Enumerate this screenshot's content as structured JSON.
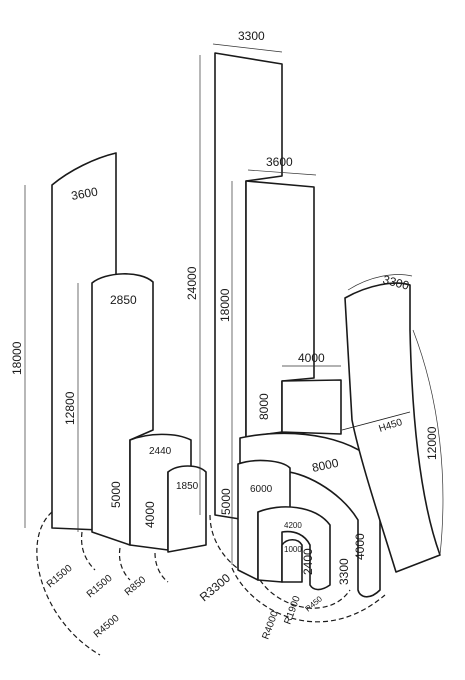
{
  "labels": {
    "w3300_top": "3300",
    "w3600_mid": "3600",
    "h24000": "24000",
    "h18000_mid": "18000",
    "w4000": "4000",
    "h8000": "8000",
    "arc3600": "3600",
    "h18000_left": "18000",
    "arc2850": "2850",
    "h12800": "12800",
    "arc2440": "2440",
    "h5000_left": "5000",
    "arc1850": "1850",
    "h4000_left": "4000",
    "arc3300_right": "3300",
    "h12000": "12000",
    "h450": "H450",
    "arc8000": "8000",
    "arc6000": "6000",
    "h5000_center": "5000",
    "arc4200": "4200",
    "arc1000": "1000",
    "h2400": "2400",
    "h3300": "3300",
    "h4000_right": "4000",
    "r1500a": "R1500",
    "r1500b": "R1500",
    "r850": "R850",
    "r4500": "R4500",
    "r3300": "R3300",
    "r4000": "R4000",
    "r1900": "R1900",
    "r450": "R450"
  }
}
